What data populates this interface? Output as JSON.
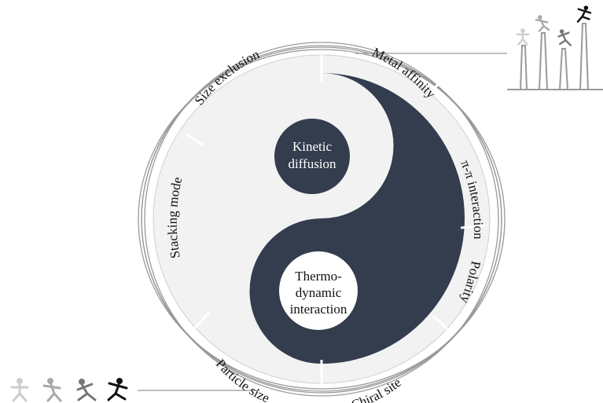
{
  "diagram": {
    "segments": [
      {
        "id": "size-exclusion",
        "label": "Size exclusion"
      },
      {
        "id": "metal-affinity",
        "label": "Metal affinity"
      },
      {
        "id": "pi-pi-interaction",
        "label": "π-π interaction"
      },
      {
        "id": "polarity",
        "label": "Polarity"
      },
      {
        "id": "chiral-site",
        "label": "Chiral site"
      },
      {
        "id": "particle-size",
        "label": "Particle size"
      },
      {
        "id": "stacking-mode",
        "label": "Stacking mode"
      }
    ],
    "kinetic": {
      "line1": "Kinetic",
      "line2": "diffusion"
    },
    "thermo": {
      "line1": "Thermo-",
      "line2": "dynamic",
      "line3": "interaction"
    }
  },
  "colors": {
    "dark": "#333d4e",
    "ring_band": "#f2f2f2",
    "ring_border": "#999999",
    "divider": "#ffffff",
    "figure_gray": "#b0b0b0",
    "figure_black": "#111111"
  },
  "icons": {
    "figures": "martial-arts-figure-icon",
    "chromatogram": "chromatogram-peaks-icon"
  }
}
